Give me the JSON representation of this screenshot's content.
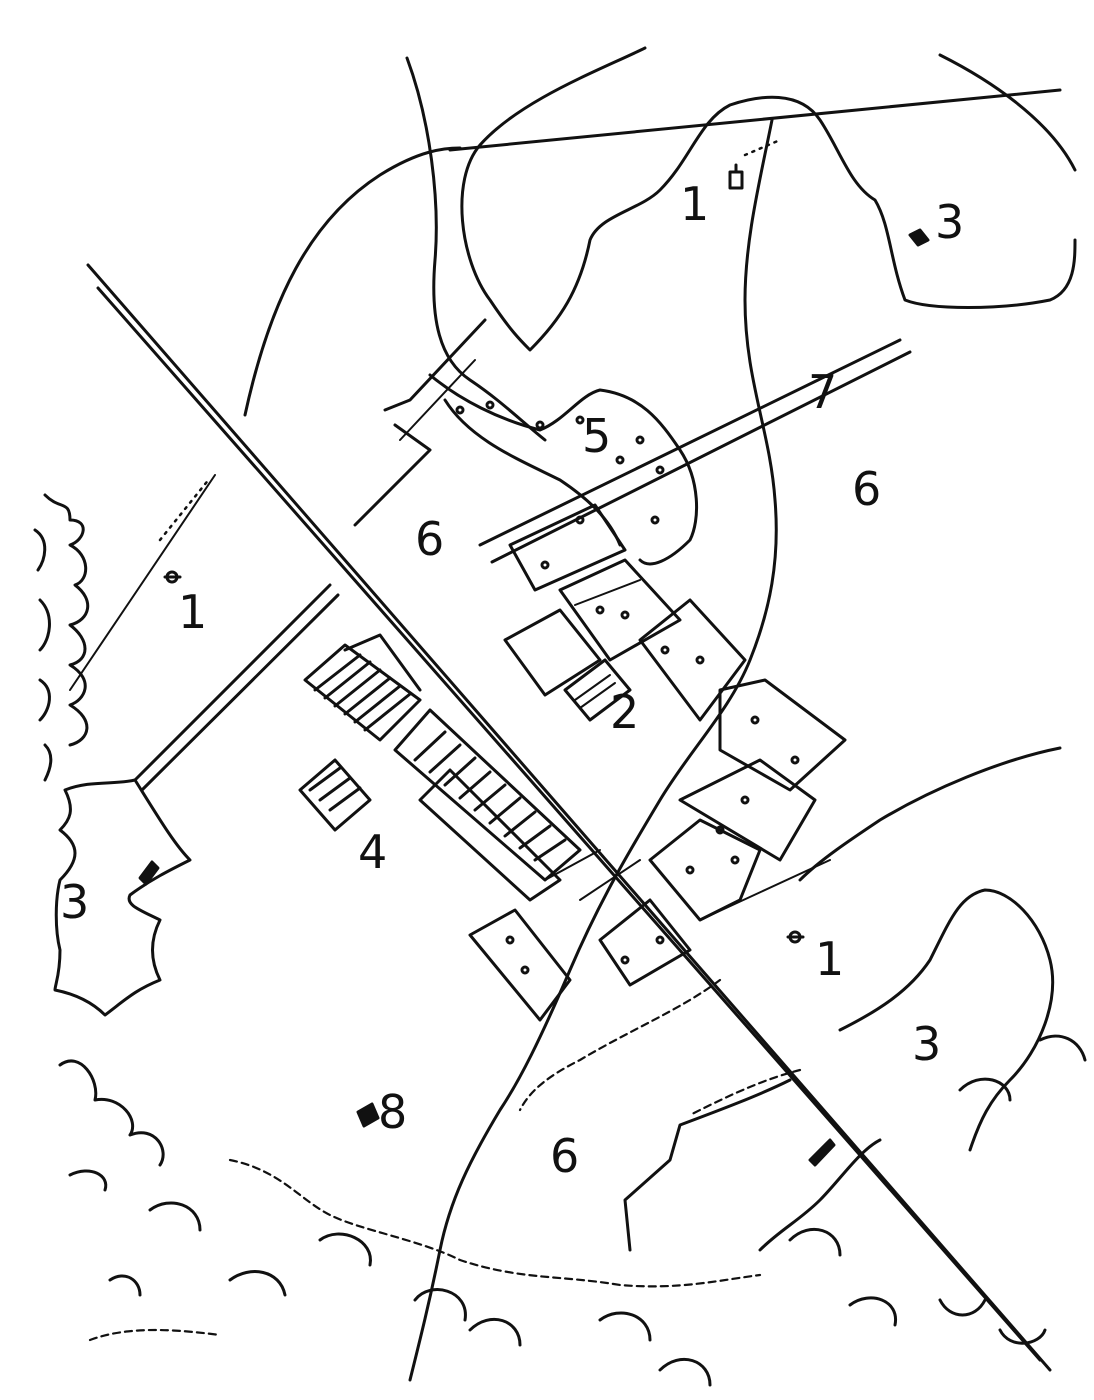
{
  "map": {
    "labels": {
      "l1_top": "1",
      "l3_top": "3",
      "l7": "7",
      "l5": "5",
      "l6_center": "6",
      "l6_right": "6",
      "l1_left": "1",
      "l2": "2",
      "l4": "4",
      "l3_left": "3",
      "l1_right": "1",
      "l3_right": "3",
      "l8": "8",
      "l6_bottom": "6"
    }
  }
}
